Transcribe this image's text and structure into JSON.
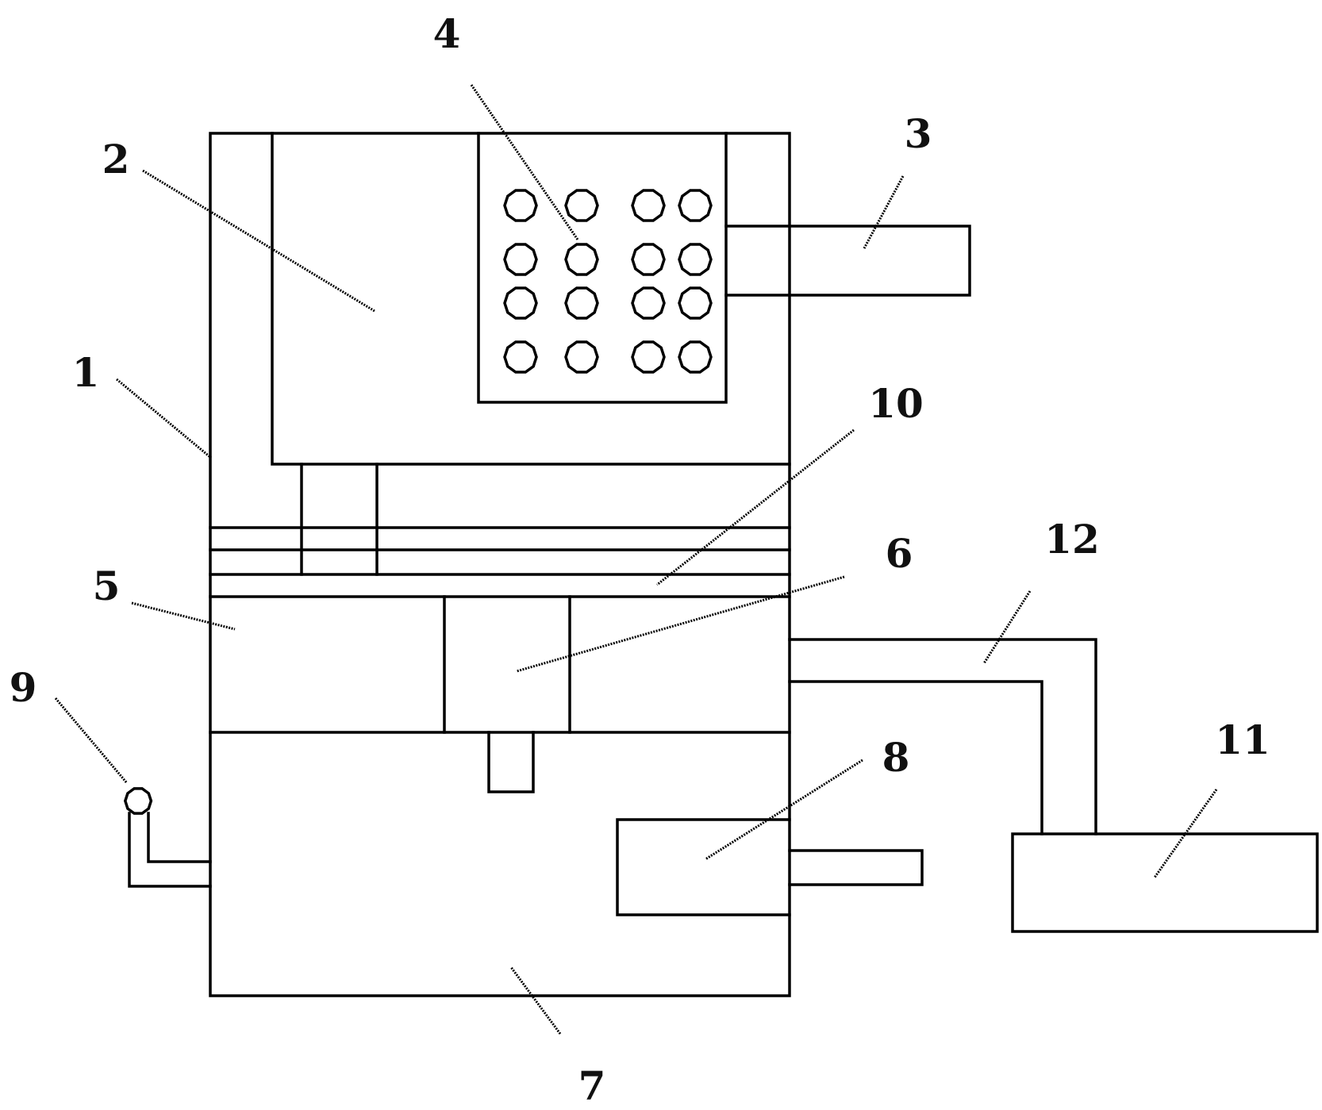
{
  "figure": {
    "labels": {
      "housing": "1",
      "upper_box": "2",
      "inlet_pipe": "3",
      "perforated_plate": "4",
      "left_chamber": "5",
      "center_block": "6",
      "lower_tank": "7",
      "side_unit": "8",
      "valve": "9",
      "partition": "10",
      "external_tank": "11",
      "connecting_pipe": "12"
    },
    "perforated_plate_holes": {
      "rows": 4,
      "columns": 4
    }
  }
}
